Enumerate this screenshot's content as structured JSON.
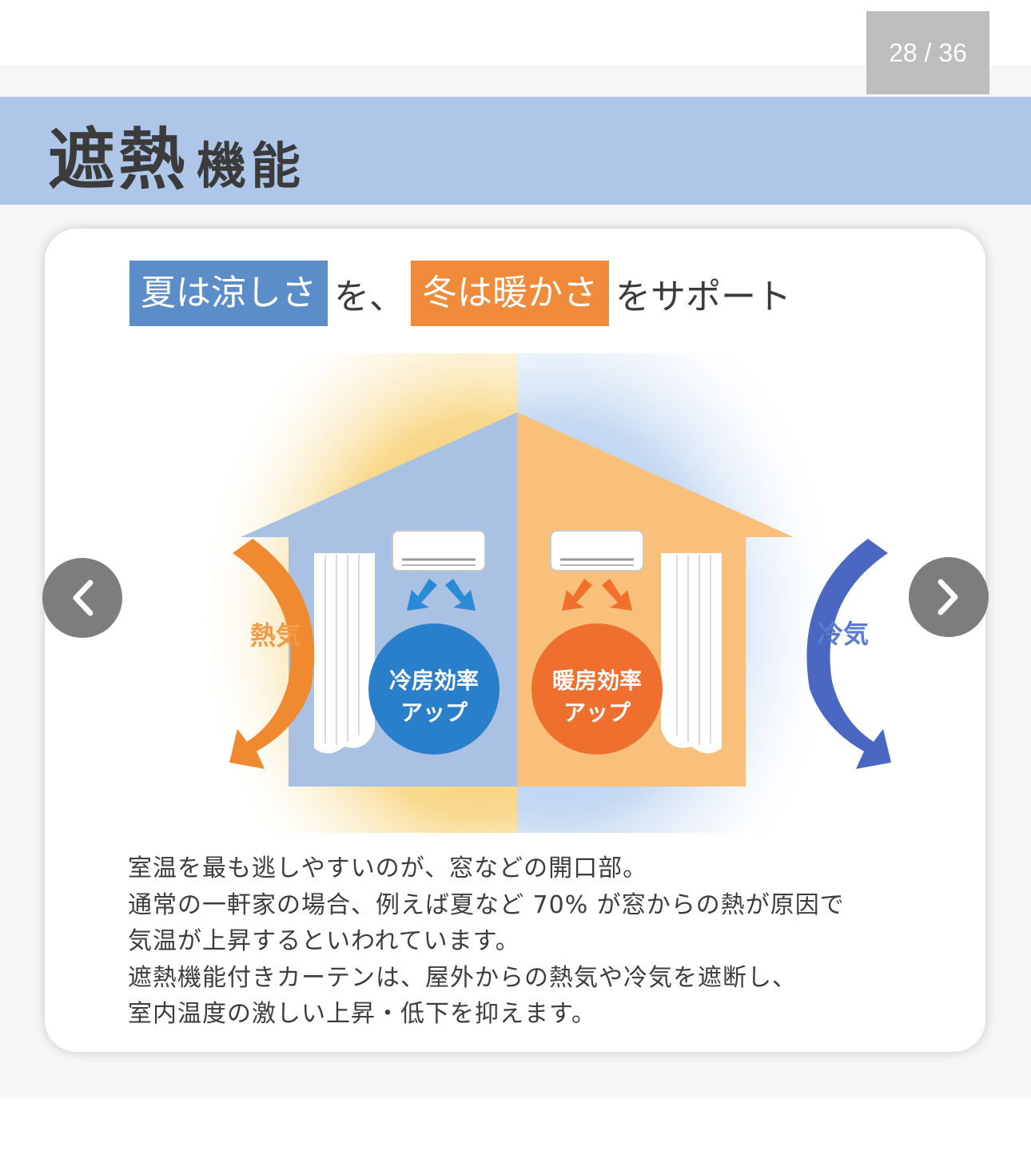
{
  "pager": {
    "counter": "28 / 36"
  },
  "title": {
    "main": "遮熱",
    "sub": "機能"
  },
  "headline": {
    "summer": "夏は涼しさ",
    "joiner": "を、",
    "winter": "冬は暖かさ",
    "suffix": "をサポート"
  },
  "illustration": {
    "heat_label": "熱気",
    "cold_label": "冷気",
    "cooling_line1": "冷房効率",
    "cooling_line2": "アップ",
    "heating_line1": "暖房効率",
    "heating_line2": "アップ"
  },
  "description": {
    "lines": [
      "室温を最も逃しやすいのが、窓などの開口部。",
      "通常の一軒家の場合、例えば夏など 70% が窓からの熱が原因で",
      "気温が上昇するといわれています。",
      "遮熱機能付きカーテンは、屋外からの熱気や冷気を遮断し、",
      "室内温度の激しい上昇・低下を抑えます。"
    ]
  },
  "navigation": {
    "prev_icon": "chevron-left-icon",
    "next_icon": "chevron-right-icon"
  },
  "colors": {
    "title_band": "#aec6e8",
    "blue_accent": "#5b8ec8",
    "orange_accent": "#ef8b3a",
    "house_blue": "#a9c1e2",
    "house_orange": "#f8c07a",
    "cool_circle": "#2a7fcb",
    "warm_circle": "#ef6f2e",
    "heat_arrow": "#f08a30",
    "cold_arrow": "#4a68c2"
  }
}
